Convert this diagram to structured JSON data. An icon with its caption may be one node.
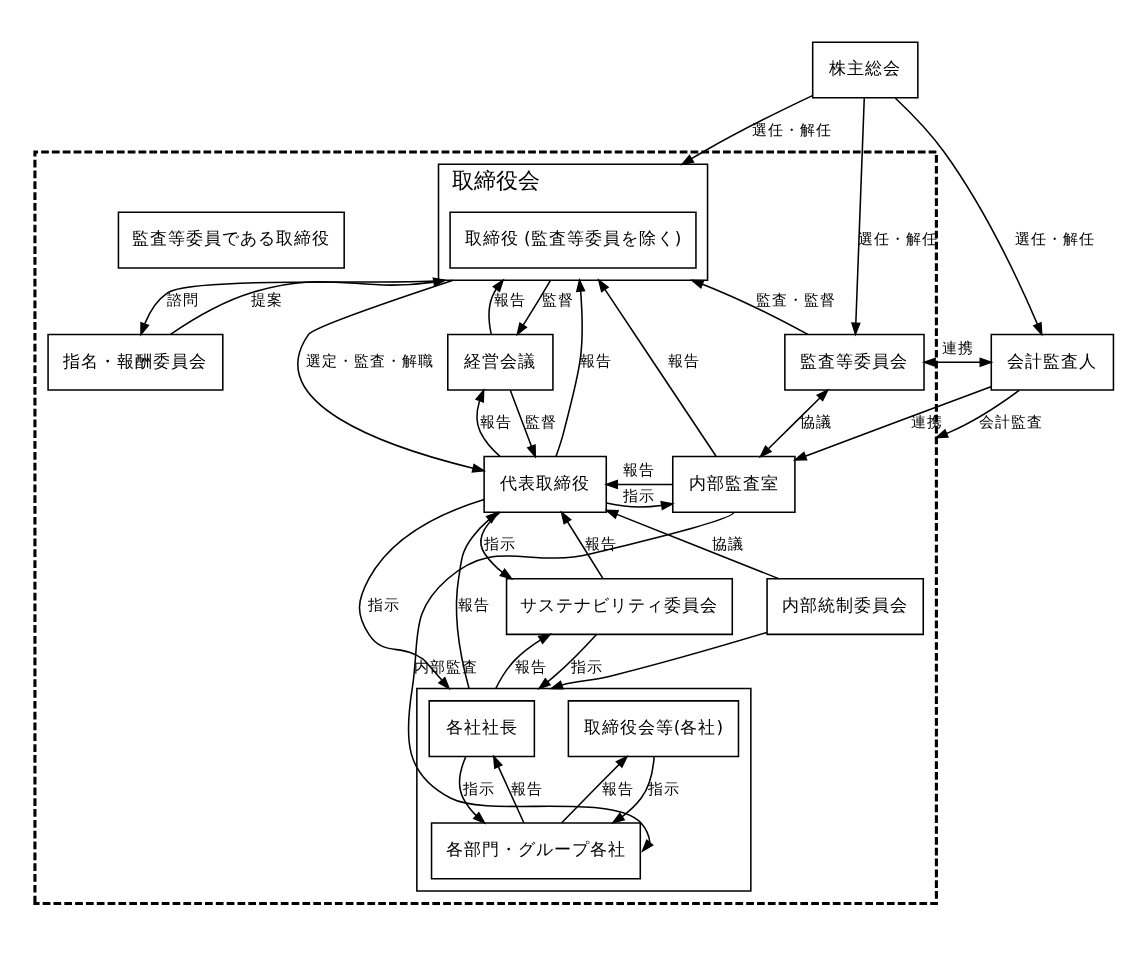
{
  "diagram": {
    "nodes": [
      {
        "text": [
          "株主総会"
        ]
      },
      {
        "text": [],
        "shape": "box"
      },
      {
        "text": [
          "取締役会"
        ],
        "in": 1
      },
      {
        "text": [
          "取締役 (監査等委員を除く)"
        ],
        "in": 2
      },
      {
        "text": [
          "監査等委員会"
        ],
        "in": 1
      },
      {
        "text": [
          "監査等委員である取締役"
        ],
        "in": 1
      },
      {
        "text": [
          "会計監査人"
        ]
      },
      {
        "text": [
          "指名・報酬委員会"
        ],
        "in": 1
      },
      {
        "text": [
          "経営会議"
        ],
        "in": 1
      },
      {
        "text": [
          "代表取締役"
        ],
        "in": 1
      },
      {
        "text": [
          "内部監査室"
        ],
        "in": 1
      },
      {
        "text": [
          "内部統制委員会"
        ],
        "in": 1
      },
      {
        "text": [
          "サステナビリティ委員会"
        ],
        "in": 1
      },
      {
        "text": [],
        "shape": "box",
        "in": 1
      },
      {
        "text": [
          "各社社長"
        ],
        "in": 13
      },
      {
        "text": [
          "取締役会等(各社)"
        ],
        "in": 13
      },
      {
        "text": [
          "各部門・グループ各社"
        ],
        "in": 13
      }
    ],
    "edges": [
      {
        "from": 0,
        "to": 2,
        "arrow": "to",
        "label": "選任・解任"
      },
      {
        "from": 0,
        "to": 4,
        "arrow": "to",
        "label": "選任・解任"
      },
      {
        "from": 0,
        "to": 6,
        "arrow": "to",
        "label": "選任・解任"
      },
      {
        "from": 4,
        "to": 2,
        "arrow": "to",
        "label": "監査・監督"
      },
      {
        "from": 4,
        "to": 6,
        "arrow": "both",
        "label": "連携"
      },
      {
        "from": 2,
        "to": 7,
        "arrow": "to",
        "label": "諮問"
      },
      {
        "from": 7,
        "to": 2,
        "arrow": "to",
        "label": "提案"
      },
      {
        "from": 2,
        "to": 8,
        "arrow": "to",
        "label": "監督"
      },
      {
        "from": 8,
        "to": 2,
        "arrow": "to",
        "label": "報告"
      },
      {
        "from": 8,
        "to": 9,
        "arrow": "to",
        "label": "監督"
      },
      {
        "from": 9,
        "to": 8,
        "arrow": "to",
        "label": "報告"
      },
      {
        "from": 2,
        "to": 9,
        "arrow": "to",
        "label": "選定・監査・解職"
      },
      {
        "from": 9,
        "to": 2,
        "arrow": "to",
        "label": "報告"
      },
      {
        "from": 10,
        "to": 2,
        "arrow": "to",
        "label": "報告"
      },
      {
        "from": 4,
        "to": 10,
        "arrow": "both",
        "label": "協議"
      },
      {
        "from": 10,
        "to": 9,
        "arrow": "to",
        "label": "報告"
      },
      {
        "from": 9,
        "to": 10,
        "arrow": "to",
        "label": "指示"
      },
      {
        "from": 6,
        "to": 10,
        "arrow": "to",
        "label": "連携"
      },
      {
        "from": 6,
        "to": 1,
        "arrow": "to",
        "label": "会計監査"
      },
      {
        "from": 11,
        "to": 9,
        "arrow": "to",
        "label": "協議"
      },
      {
        "from": 11,
        "to": 13,
        "arrow": "to"
      },
      {
        "from": 9,
        "to": 12,
        "arrow": "to",
        "label": "指示"
      },
      {
        "from": 12,
        "to": 9,
        "arrow": "to",
        "label": "報告"
      },
      {
        "from": 12,
        "to": 13,
        "arrow": "to",
        "label": "指示"
      },
      {
        "from": 13,
        "to": 12,
        "arrow": "to",
        "label": "報告"
      },
      {
        "from": 9,
        "to": 13,
        "arrow": "to",
        "label": "指示"
      },
      {
        "from": 13,
        "to": 9,
        "arrow": "to",
        "label": "報告"
      },
      {
        "from": 10,
        "to": 16,
        "arrow": "to",
        "label": "内部監査"
      },
      {
        "from": 14,
        "to": 16,
        "arrow": "to",
        "label": "指示"
      },
      {
        "from": 16,
        "to": 14,
        "arrow": "to",
        "label": "報告"
      },
      {
        "from": 15,
        "to": 16,
        "arrow": "to",
        "label": "指示"
      },
      {
        "from": 16,
        "to": 15,
        "arrow": "to",
        "label": "報告"
      }
    ]
  }
}
